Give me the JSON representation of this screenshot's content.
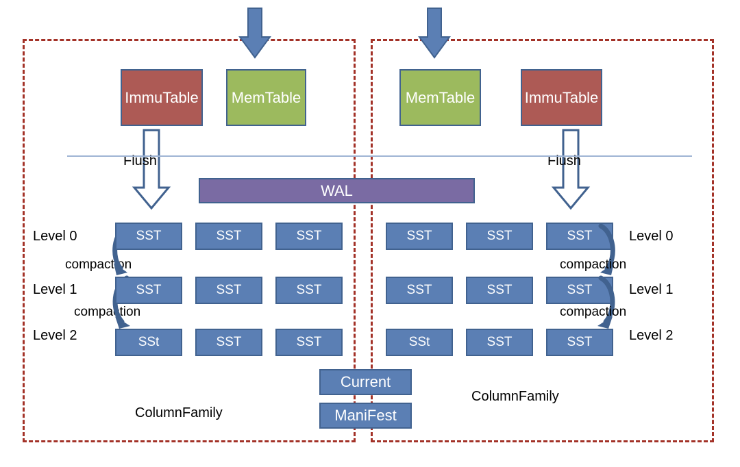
{
  "diagram": {
    "title": "RocksDB Column Family architecture",
    "colors": {
      "frame_dashed": "#a33228",
      "memtable": "#9cba5e",
      "immutable": "#ad5a55",
      "sst": "#5b7fb4",
      "wal": "#7a6ba3",
      "arrow_solid": "#5b7fb4",
      "arrow_outline_stroke": "#41628f",
      "divider_line": "#9fb4d4",
      "box_border": "#41628f",
      "text_dark": "#000000",
      "text_light": "#ffffff"
    },
    "left_cf": {
      "frame_label": "ColumnFamily",
      "immutable_label": "ImmuTable",
      "memtable_label": "MemTable",
      "flush_label": "Flush",
      "levels": [
        {
          "name": "Level 0",
          "sst": [
            "SST",
            "SST",
            "SST"
          ]
        },
        {
          "name": "Level 1",
          "sst": [
            "SST",
            "SST",
            "SST"
          ]
        },
        {
          "name": "Level 2",
          "sst": [
            "SSt",
            "SST",
            "SST"
          ]
        }
      ],
      "compaction_labels": [
        "compaction",
        "compaction"
      ]
    },
    "right_cf": {
      "frame_label": "ColumnFamily",
      "memtable_label": "MemTable",
      "immutable_label": "ImmuTable",
      "flush_label": "Flush",
      "levels": [
        {
          "name": "Level 0",
          "sst": [
            "SST",
            "SST",
            "SST"
          ]
        },
        {
          "name": "Level 1",
          "sst": [
            "SST",
            "SST",
            "SST"
          ]
        },
        {
          "name": "Level 2",
          "sst": [
            "SSt",
            "SST",
            "SST"
          ]
        }
      ],
      "compaction_labels": [
        "compaction",
        "compaction"
      ]
    },
    "shared": {
      "wal_label": "WAL",
      "current_label": "Current",
      "manifest_label": "ManiFest"
    }
  }
}
